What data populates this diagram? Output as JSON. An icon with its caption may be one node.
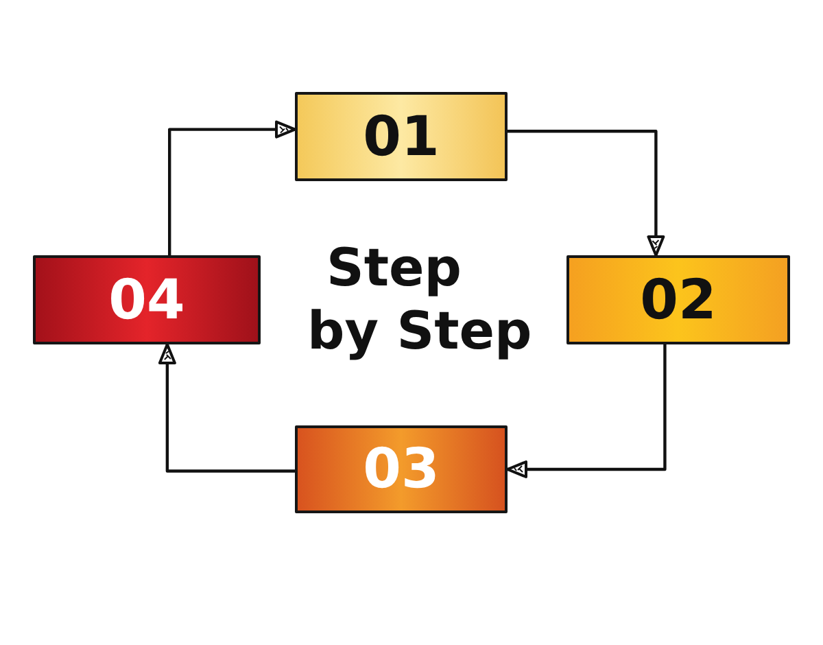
{
  "diagram": {
    "title": "Step by Step",
    "nodes": [
      {
        "text": [
          "01"
        ]
      },
      {
        "text": [
          "02"
        ]
      },
      {
        "text": [
          "03"
        ]
      },
      {
        "text": [
          "04"
        ]
      }
    ],
    "edges": [
      {
        "from": 0,
        "to": 1,
        "arrow": "to"
      },
      {
        "from": 1,
        "to": 2,
        "arrow": "to"
      },
      {
        "from": 2,
        "to": 3,
        "arrow": "to"
      },
      {
        "from": 3,
        "to": 0,
        "arrow": "to"
      }
    ]
  }
}
